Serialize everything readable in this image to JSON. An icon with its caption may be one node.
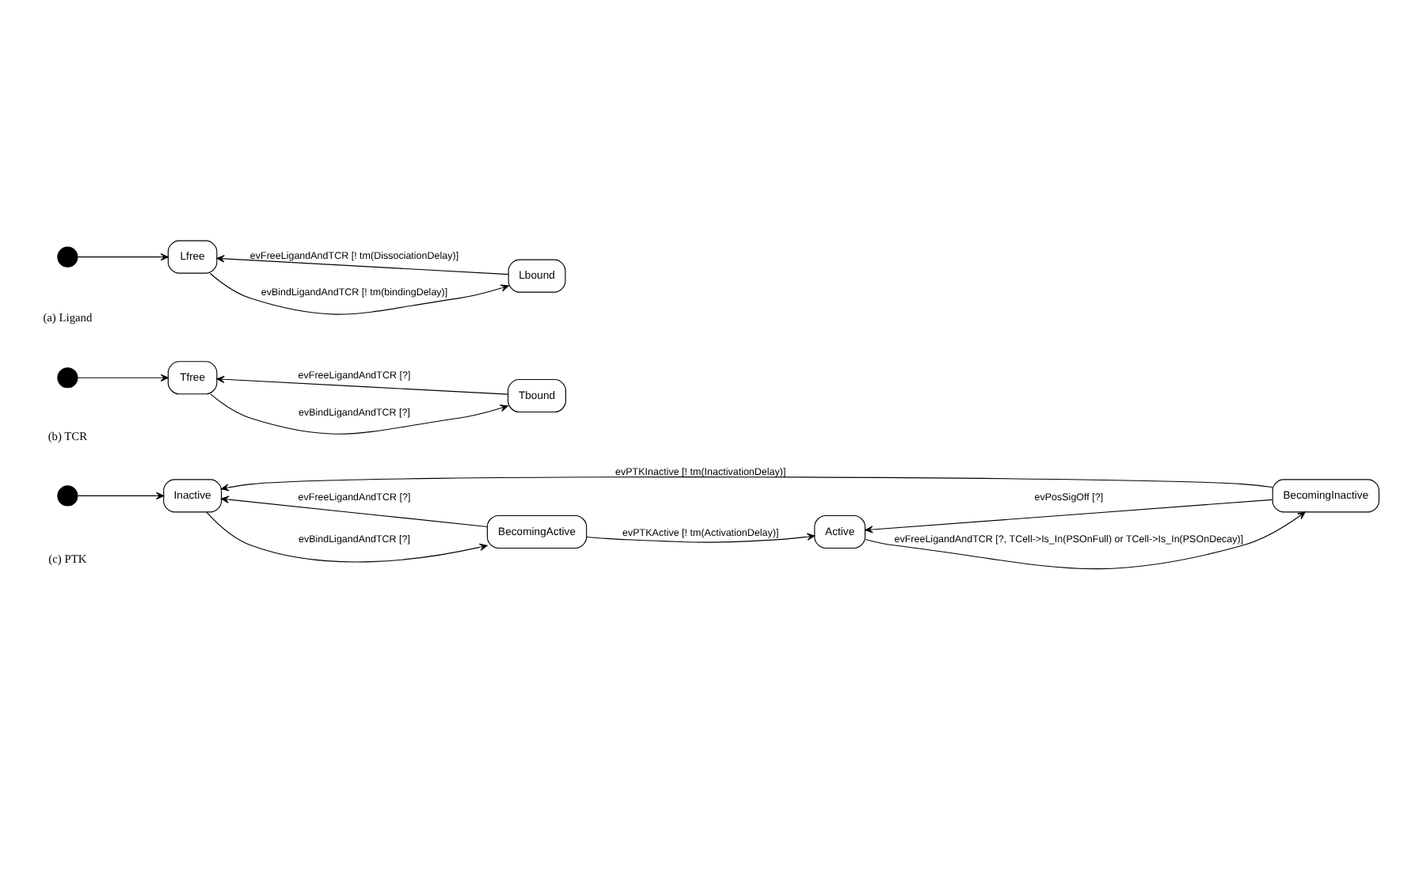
{
  "diagram": {
    "nodes": [
      {
        "text": [],
        "shape": "circle"
      },
      {
        "text": [
          "Lfree"
        ]
      },
      {
        "text": [
          "Lbound"
        ]
      },
      {
        "text": [],
        "shape": "circle"
      },
      {
        "text": [
          "Tfree"
        ]
      },
      {
        "text": [
          "Tbound"
        ]
      },
      {
        "text": [],
        "shape": "circle"
      },
      {
        "text": [
          "Inactive"
        ]
      },
      {
        "text": [
          "BecomingActive"
        ]
      },
      {
        "text": [
          "Active"
        ]
      },
      {
        "text": [
          "BecomingInactive"
        ]
      }
    ],
    "edges": [
      {
        "from": 0,
        "to": 1,
        "arrow": "to"
      },
      {
        "from": 1,
        "to": 2,
        "arrow": "to",
        "label": "evBindLigandAndTCR [! tm(bindingDelay)]"
      },
      {
        "from": 2,
        "to": 1,
        "arrow": "to",
        "label": "evFreeLigandAndTCR [! tm(DissociationDelay)]"
      },
      {
        "from": 3,
        "to": 4,
        "arrow": "to"
      },
      {
        "from": 4,
        "to": 5,
        "arrow": "to",
        "label": "evBindLigandAndTCR [?]"
      },
      {
        "from": 5,
        "to": 4,
        "arrow": "to",
        "label": "evFreeLigandAndTCR [?]"
      },
      {
        "from": 6,
        "to": 7,
        "arrow": "to"
      },
      {
        "from": 7,
        "to": 8,
        "arrow": "to",
        "label": "evBindLigandAndTCR [?]"
      },
      {
        "from": 8,
        "to": 7,
        "arrow": "to",
        "label": "evFreeLigandAndTCR [?]"
      },
      {
        "from": 8,
        "to": 9,
        "arrow": "to",
        "label": "evPTKActive [! tm(ActivationDelay)]"
      },
      {
        "from": 10,
        "to": 9,
        "arrow": "to",
        "label": "evPosSigOff [?]"
      },
      {
        "from": 9,
        "to": 10,
        "arrow": "to",
        "label": "evFreeLigandAndTCR [?, TCell->Is_In(PSOnFull) or TCell->Is_In(PSOnDecay)]"
      },
      {
        "from": 10,
        "to": 7,
        "arrow": "to",
        "label": "evPTKInactive [! tm(InactivationDelay)]"
      }
    ],
    "labels": [
      "(a) Ligand",
      "(b) TCR",
      "(c) PTK"
    ]
  }
}
